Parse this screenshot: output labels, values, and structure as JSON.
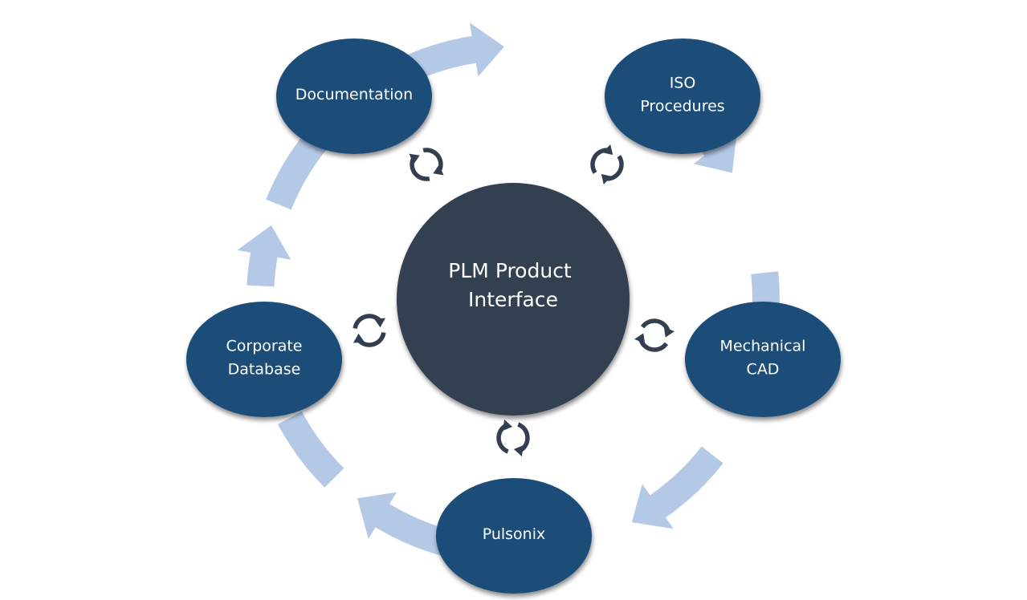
{
  "diagram": {
    "type": "cycle",
    "direction": "clockwise",
    "center": {
      "label_lines": [
        "PLM Product",
        "Interface"
      ]
    },
    "nodes": [
      {
        "id": "documentation",
        "label_lines": [
          "Documentation"
        ]
      },
      {
        "id": "iso-procedures",
        "label_lines": [
          "ISO",
          "Procedures"
        ]
      },
      {
        "id": "mechanical-cad",
        "label_lines": [
          "Mechanical",
          "CAD"
        ]
      },
      {
        "id": "pulsonix",
        "label_lines": [
          "Pulsonix"
        ]
      },
      {
        "id": "corporate-database",
        "label_lines": [
          "Corporate",
          "Database"
        ]
      }
    ],
    "connections": [
      {
        "from": "documentation",
        "to": "iso-procedures",
        "kind": "cycle-arrow"
      },
      {
        "from": "iso-procedures",
        "to": "mechanical-cad",
        "kind": "cycle-arrow"
      },
      {
        "from": "mechanical-cad",
        "to": "pulsonix",
        "kind": "cycle-arrow"
      },
      {
        "from": "pulsonix",
        "to": "corporate-database",
        "kind": "cycle-arrow"
      },
      {
        "from": "corporate-database",
        "to": "documentation",
        "kind": "cycle-arrow"
      }
    ],
    "sync_links": [
      {
        "node": "documentation",
        "icon": "sync-icon"
      },
      {
        "node": "iso-procedures",
        "icon": "sync-icon"
      },
      {
        "node": "mechanical-cad",
        "icon": "sync-icon"
      },
      {
        "node": "pulsonix",
        "icon": "sync-icon"
      },
      {
        "node": "corporate-database",
        "icon": "sync-icon"
      }
    ],
    "colors": {
      "ring": "#b4c9e6",
      "node_fill": "#1f4e79",
      "center_fill": "#333f50",
      "sync_icon": "#333f50",
      "text": "#ffffff"
    }
  }
}
